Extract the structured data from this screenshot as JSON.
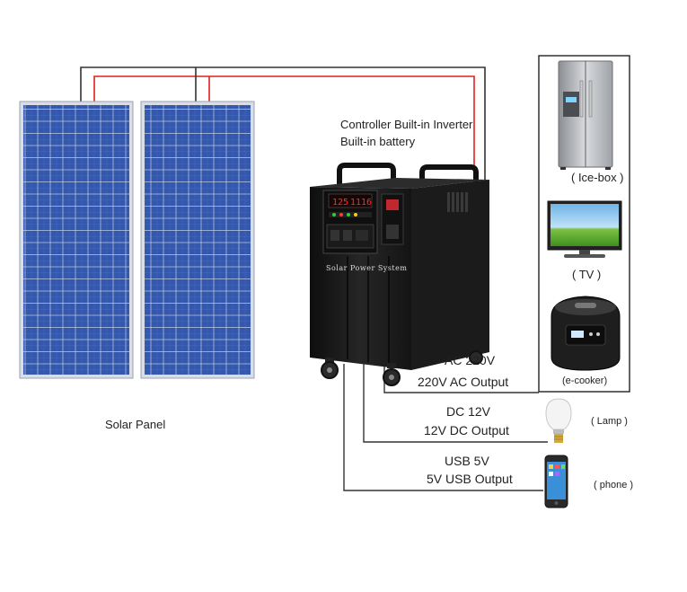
{
  "labels": {
    "controller_line1": "Controller Built-in Inverter",
    "controller_line2": "Built-in battery",
    "solar_panel": "Solar Panel",
    "system_name": "Solar Power System",
    "display_left": "125",
    "display_right": "1116"
  },
  "outputs": [
    {
      "line1": "AC 220V",
      "line2": "220V AC Output"
    },
    {
      "line1": "DC 12V",
      "line2": "12V DC Output"
    },
    {
      "line1": "USB 5V",
      "line2": "5V USB Output"
    }
  ],
  "appliances": [
    {
      "name": "refrigerator-icon",
      "caption": "( Ice-box )"
    },
    {
      "name": "tv-icon",
      "caption": "( TV )"
    },
    {
      "name": "rice-cooker-icon",
      "caption": "(e-cooker)"
    },
    {
      "name": "light-bulb-icon",
      "caption": "( Lamp )"
    },
    {
      "name": "smartphone-icon",
      "caption": "( phone )"
    }
  ],
  "colors": {
    "panel_blue": "#2b4c9a",
    "wire_red": "#e02020",
    "wire_black": "#333333",
    "cabinet": "#1a1a1a",
    "display_red": "#ff2a2a"
  }
}
